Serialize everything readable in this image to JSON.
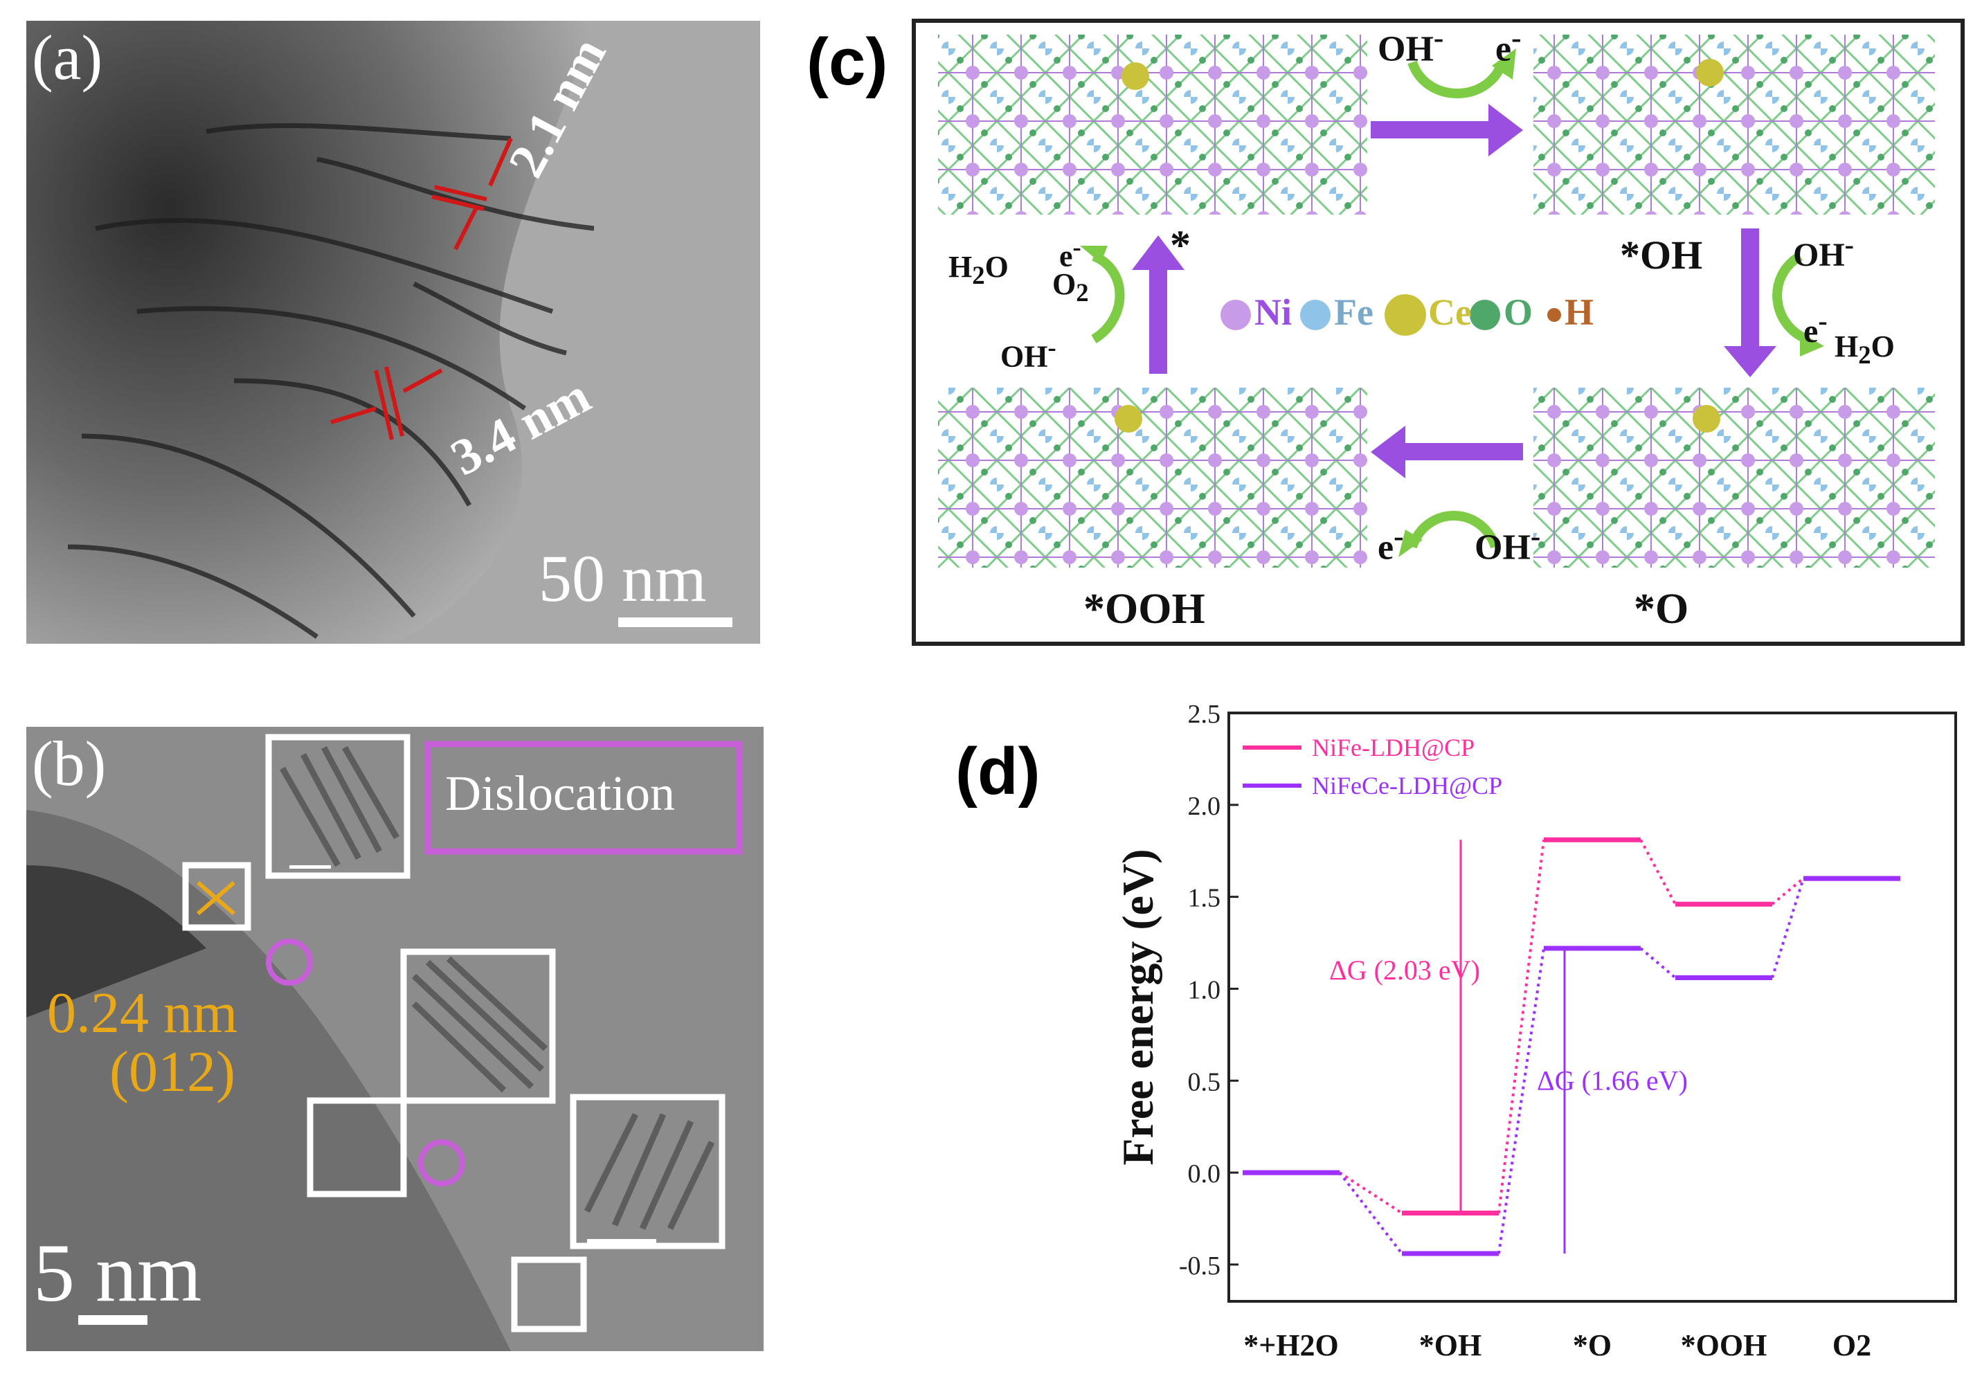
{
  "panel_a": {
    "label": "(a)",
    "measure1": "2.1 nm",
    "measure2": "3.4 nm",
    "scale": "50 nm"
  },
  "panel_b": {
    "label": "(b)",
    "dislocation": "Dislocation",
    "spacing": "0.24 nm",
    "plane": "(012)",
    "scale": "5 nm"
  },
  "panel_c": {
    "label": "(c)",
    "oh": "OH",
    "e": "e",
    "h2o_label": "H",
    "o2_label": "O",
    "star": "*",
    "state_oh": "*OH",
    "state_o": "*O",
    "state_ooh": "*OOH",
    "legend": [
      "Ni",
      "Fe",
      "Ce",
      "O",
      "H"
    ],
    "colors": {
      "Ni": "#c79be8",
      "Fe": "#8fc4e8",
      "Ce": "#c9c23a",
      "O": "#4fa86a",
      "H": "#b5652a",
      "arrow": "#9b4fe0",
      "curve": "#7ecb46"
    }
  },
  "panel_d": {
    "label": "(d)"
  },
  "chart_data": {
    "type": "line",
    "title": "",
    "xlabel": "",
    "ylabel": "Free energy (eV)",
    "ylim": [
      -0.7,
      2.5
    ],
    "yticks": [
      "2.5",
      "2.0",
      "1.5",
      "1.0",
      "0.5",
      "0.0",
      "-0.5"
    ],
    "categories": [
      "*+H2O",
      "*OH",
      "*O",
      "*OOH",
      "O2"
    ],
    "series": [
      {
        "name": "NiFe-LDH@CP",
        "color": "#ff2fa0",
        "values": [
          0.0,
          -0.22,
          1.81,
          1.46,
          1.6
        ]
      },
      {
        "name": "NiFeCe-LDH@CP",
        "color": "#9b30ff",
        "values": [
          0.0,
          -0.44,
          1.22,
          1.06,
          1.6
        ]
      }
    ],
    "annotations": [
      "ΔG (2.03 eV)",
      "ΔG (1.66 eV)"
    ]
  }
}
